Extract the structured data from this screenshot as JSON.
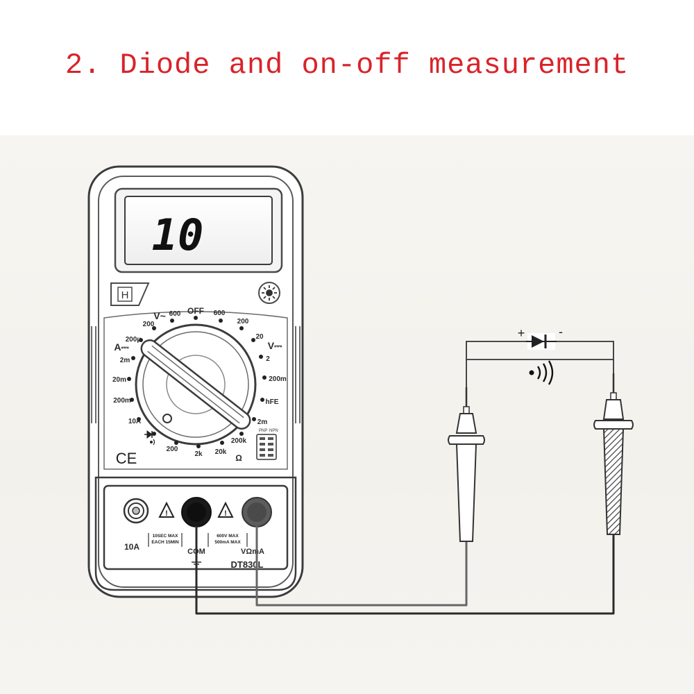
{
  "title": "2. Diode and on-off measurement",
  "meter": {
    "display": "10",
    "hold_key": "H",
    "model": "DT830L",
    "ce_mark": "CE",
    "dial": {
      "off": "OFF",
      "dcv_symbol": "V⎓",
      "acv_symbol": "V~",
      "dca_symbol": "A⎓",
      "ohm_symbol": "Ω",
      "acv_600": "600",
      "acv_200": "200",
      "dcv_600": "600",
      "dcv_200": "200",
      "dcv_20": "20",
      "dcv_2": "2",
      "dcv_200m": "200m",
      "hfe": "hFE",
      "ohm_2m": "2m",
      "ohm_200k": "200k",
      "ohm_20k": "20k",
      "ohm_2k": "2k",
      "ohm_200": "200",
      "a_200u": "200μ",
      "a_2m": "2m",
      "a_20m": "20m",
      "a_200m": "200m",
      "a_10a": "10A",
      "pnp": "PNP",
      "npn": "NPN"
    },
    "jacks": {
      "jack_10a": "10A",
      "com": "COM",
      "vma": "VΩmA",
      "warn_10a_line1": "10SEC MAX",
      "warn_10a_line2": "EACH 15MIN",
      "warn_v_line1": "600V MAX",
      "warn_v_line2": "500mA MAX"
    }
  },
  "circuit": {
    "plus": "+",
    "minus": "-"
  }
}
